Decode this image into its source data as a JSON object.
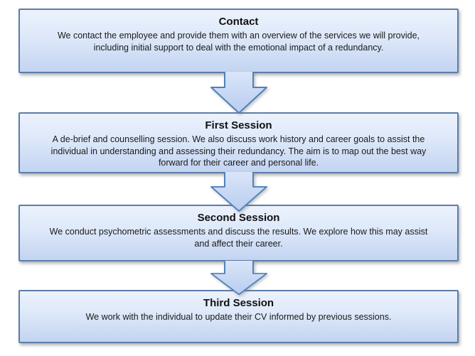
{
  "colors": {
    "background": "#ffffff",
    "box_border": "#5b7daa",
    "box_fill_top": "#ecf2fd",
    "box_fill_bottom": "#c3d4f1",
    "arrow_border": "#4f81bd",
    "arrow_fill_top": "#dbe6f9",
    "arrow_fill_bottom": "#b9cdef",
    "text": "#1a1a1a"
  },
  "flowchart": {
    "connector": "down-arrow",
    "stages": [
      {
        "title": "Contact",
        "description": "We contact the employee and provide them with an overview of the services we will provide, including initial support to deal with the emotional impact of a redundancy."
      },
      {
        "title": "First Session",
        "description": "A de-brief and  counselling session. We also discuss work history and career goals to assist the individual in understanding and assessing their redundancy. The aim is to map out the best way forward for their career and personal life."
      },
      {
        "title": "Second Session",
        "description": "We conduct psychometric assessments and discuss the results. We explore how this may assist and affect their career."
      },
      {
        "title": "Third Session",
        "description": "We work with the individual to update their CV informed by previous sessions."
      }
    ]
  }
}
